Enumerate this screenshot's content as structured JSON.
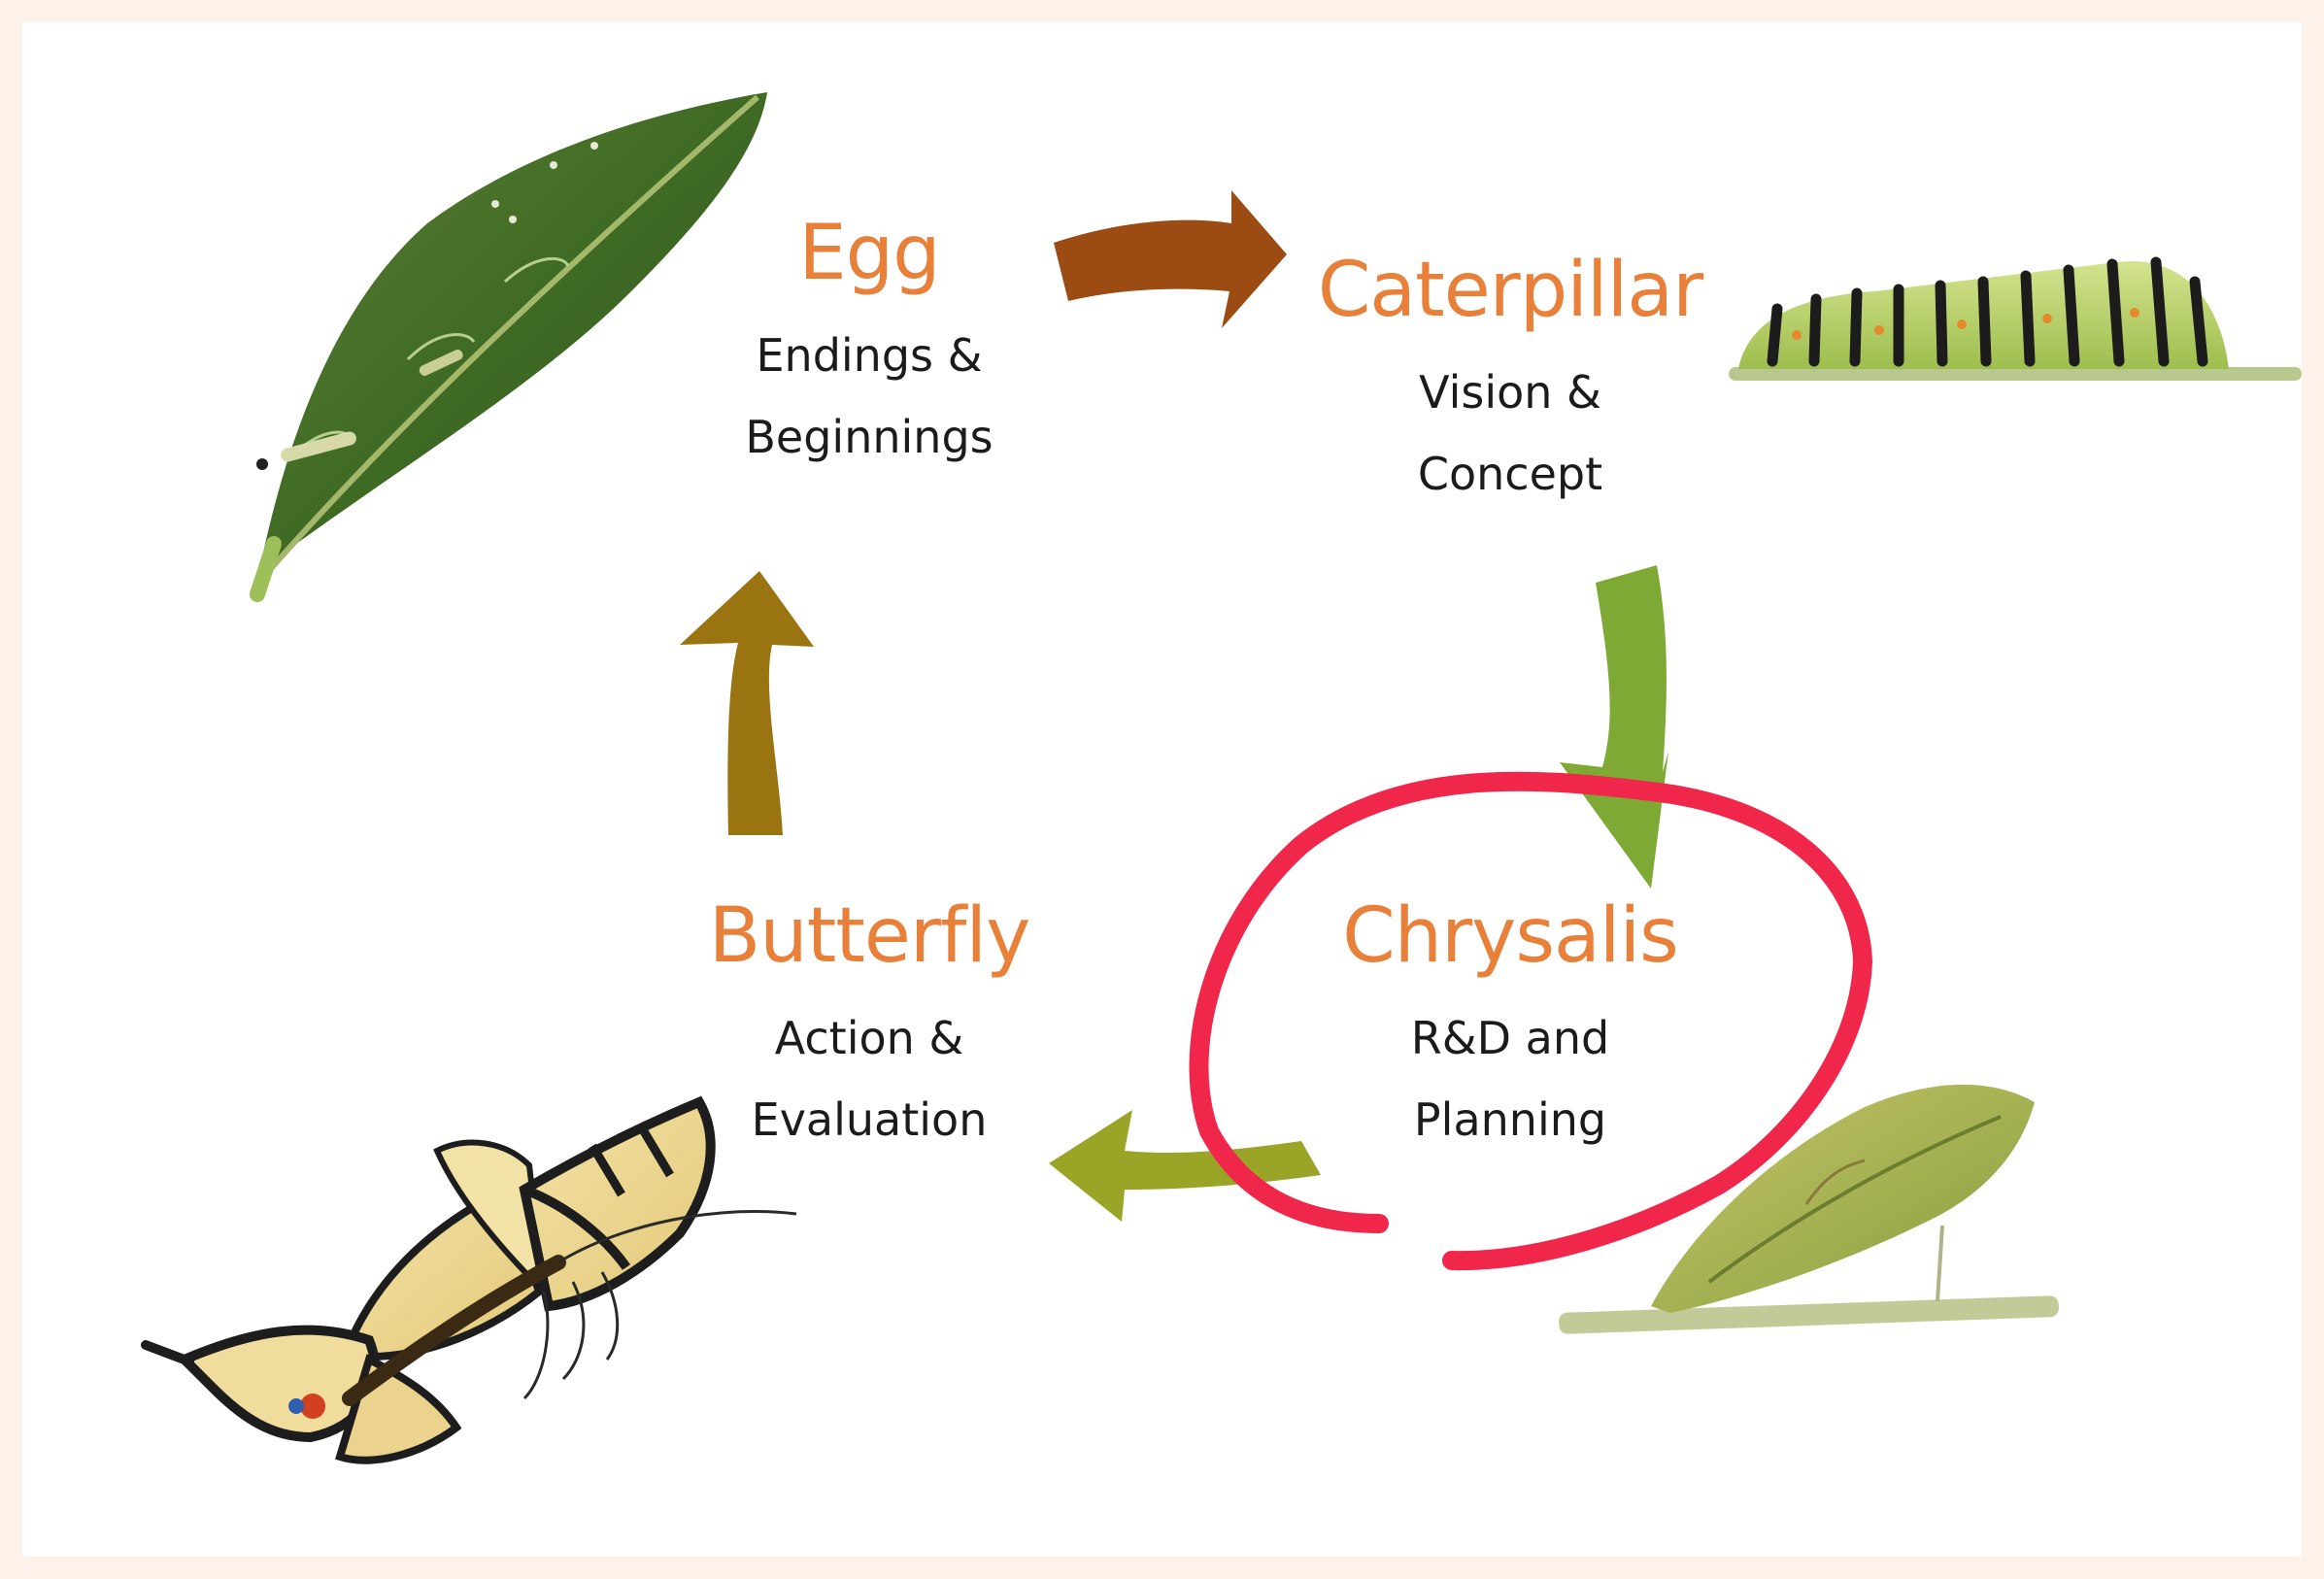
{
  "diagram": {
    "stages": [
      {
        "id": "egg",
        "title": "Egg",
        "lines": [
          "Endings &",
          "Beginnings"
        ],
        "image": "leaf-with-eggs"
      },
      {
        "id": "caterpillar",
        "title": "Caterpillar",
        "lines": [
          "Vision &",
          "Concept"
        ],
        "image": "caterpillar"
      },
      {
        "id": "chrysalis",
        "title": "Chrysalis",
        "lines": [
          "R&D and",
          "Planning"
        ],
        "image": "chrysalis",
        "highlighted": true
      },
      {
        "id": "butterfly",
        "title": "Butterfly",
        "lines": [
          "Action &",
          "Evaluation"
        ],
        "image": "swallowtail-butterfly"
      }
    ],
    "arrows": [
      {
        "from": "egg",
        "to": "caterpillar",
        "color": "#9c4b12"
      },
      {
        "from": "caterpillar",
        "to": "chrysalis",
        "color": "#7ea935"
      },
      {
        "from": "chrysalis",
        "to": "butterfly",
        "color": "#9aa527"
      },
      {
        "from": "butterfly",
        "to": "egg",
        "color": "#9b7412"
      }
    ],
    "highlight": {
      "target": "chrysalis",
      "shape": "hand-drawn circle",
      "color": "#f0264a"
    },
    "colors": {
      "title": "#e8803a",
      "text": "#1b1b1b",
      "background": "#fdf2ea"
    }
  }
}
